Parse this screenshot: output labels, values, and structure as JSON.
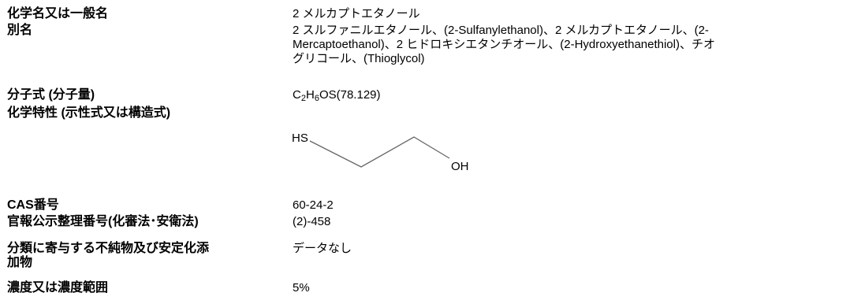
{
  "fields": {
    "chem_name": {
      "label": "化学名又は一般名",
      "value": "2 メルカプトエタノール"
    },
    "alias": {
      "label": "別名",
      "lines": [
        "2 スルファニルエタノール、(2-Sulfanylethanol)、2 メルカプトエタノール、(2-",
        "Mercaptoethanol)、2 ヒドロキシエタンチオール、(2-Hydroxyethanethiol)、チオ",
        "グリコール、(Thioglycol)"
      ]
    },
    "formula": {
      "label": "分子式 (分子量)",
      "c": "C",
      "c_n": "2",
      "h": "H",
      "h_n": "6",
      "rest": "OS",
      "weight": "(78.129)"
    },
    "structure": {
      "label": "化学特性 (示性式又は構造式)",
      "hs": "HS",
      "oh": "OH"
    },
    "cas": {
      "label": "CAS番号",
      "value": "60-24-2"
    },
    "gazette": {
      "label": "官報公示整理番号(化審法･安衛法)",
      "value": "(2)-458"
    },
    "impurities": {
      "label_line1": "分類に寄与する不純物及び安定化添",
      "label_line2": "加物",
      "value": "データなし"
    },
    "concentration": {
      "label": "濃度又は濃度範囲",
      "value": "5%"
    }
  }
}
